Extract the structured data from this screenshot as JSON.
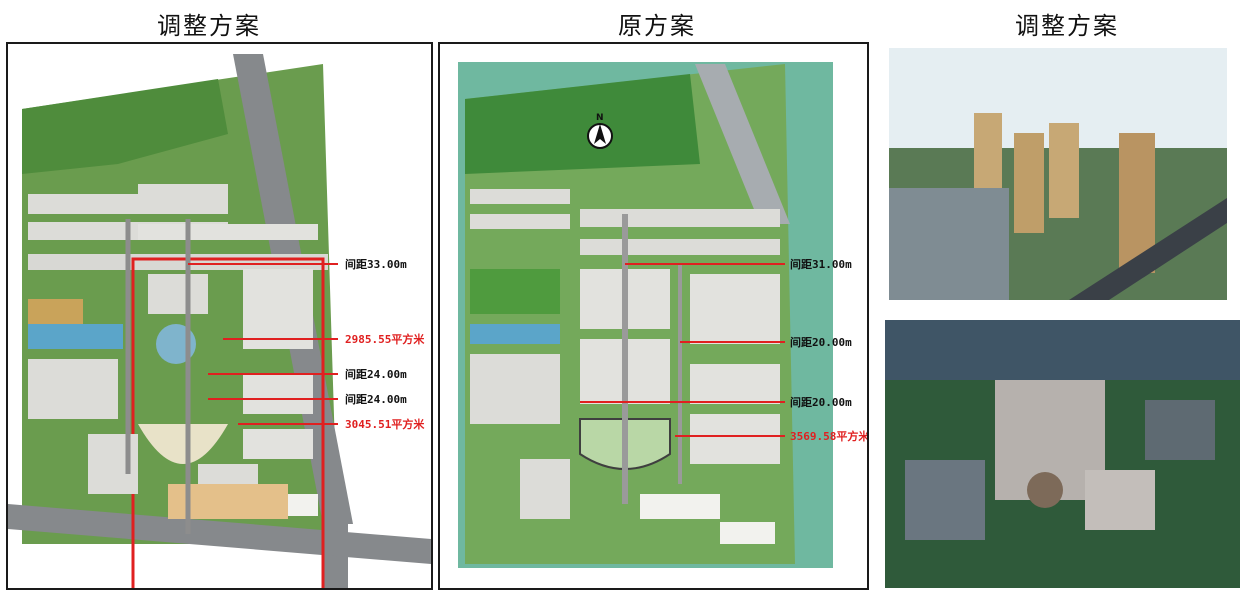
{
  "titles": {
    "left": "调整方案",
    "middle": "原方案",
    "right": "调整方案"
  },
  "left_plan": {
    "annotations": [
      "间距33.00m",
      "2985.55平方米",
      "间距24.00m",
      "间距24.00m",
      "3045.51平方米"
    ],
    "annotation_colors": [
      "#111111",
      "#e02020",
      "#111111",
      "#111111",
      "#e02020"
    ]
  },
  "middle_plan": {
    "north_label": "N",
    "annotations": [
      "间距31.00m",
      "间距20.00m",
      "间距20.00m",
      "3569.58平方米"
    ],
    "annotation_colors": [
      "#111111",
      "#111111",
      "#111111",
      "#e02020"
    ]
  },
  "colors": {
    "boundary": "#e02020",
    "vegetation": "#3f8a3a",
    "road": "#7a7f83"
  }
}
